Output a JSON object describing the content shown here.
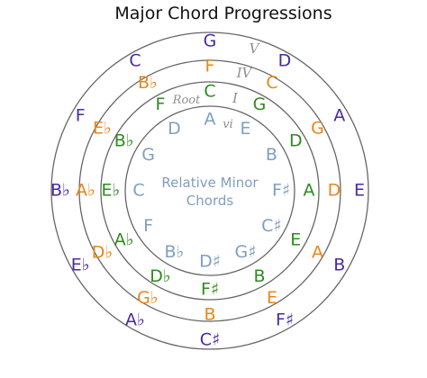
{
  "title": "Major Chord Progressions",
  "center_label": [
    "Relative Minor",
    "Chords"
  ],
  "ring_labels": {
    "v": "V",
    "iv": "IV",
    "i": "I",
    "root": "Root",
    "vi": "vi"
  },
  "colors": {
    "v": "#4b2a9f",
    "iv": "#e8861a",
    "i": "#2e8b1e",
    "minor": "#7f9ec2",
    "circle": "#666666"
  },
  "rings": {
    "v": [
      "G",
      "D",
      "A",
      "E",
      "B",
      "F♯",
      "C♯",
      "A♭",
      "E♭",
      "B♭",
      "F",
      "C"
    ],
    "iv": [
      "F",
      "C",
      "G",
      "D",
      "A",
      "E",
      "B",
      "G♭",
      "D♭",
      "A♭",
      "E♭",
      "B♭"
    ],
    "i": [
      "C",
      "G",
      "D",
      "A",
      "E",
      "B",
      "F♯",
      "D♭",
      "A♭",
      "E♭",
      "B♭",
      "F"
    ],
    "minor": [
      "A",
      "E",
      "B",
      "F♯",
      "C♯",
      "G♯",
      "D♯",
      "B♭",
      "F",
      "C",
      "G",
      "D"
    ]
  }
}
